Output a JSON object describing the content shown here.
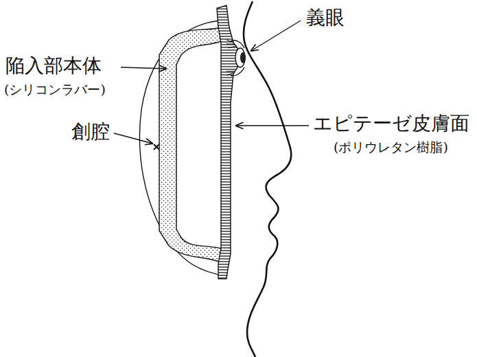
{
  "diagram": {
    "labels": [
      "義眼",
      "陥入部本体",
      "(シリコンラバー)",
      "創腔",
      "エピテーゼ皮膚面",
      "(ポリウレタン樹脂)"
    ]
  }
}
